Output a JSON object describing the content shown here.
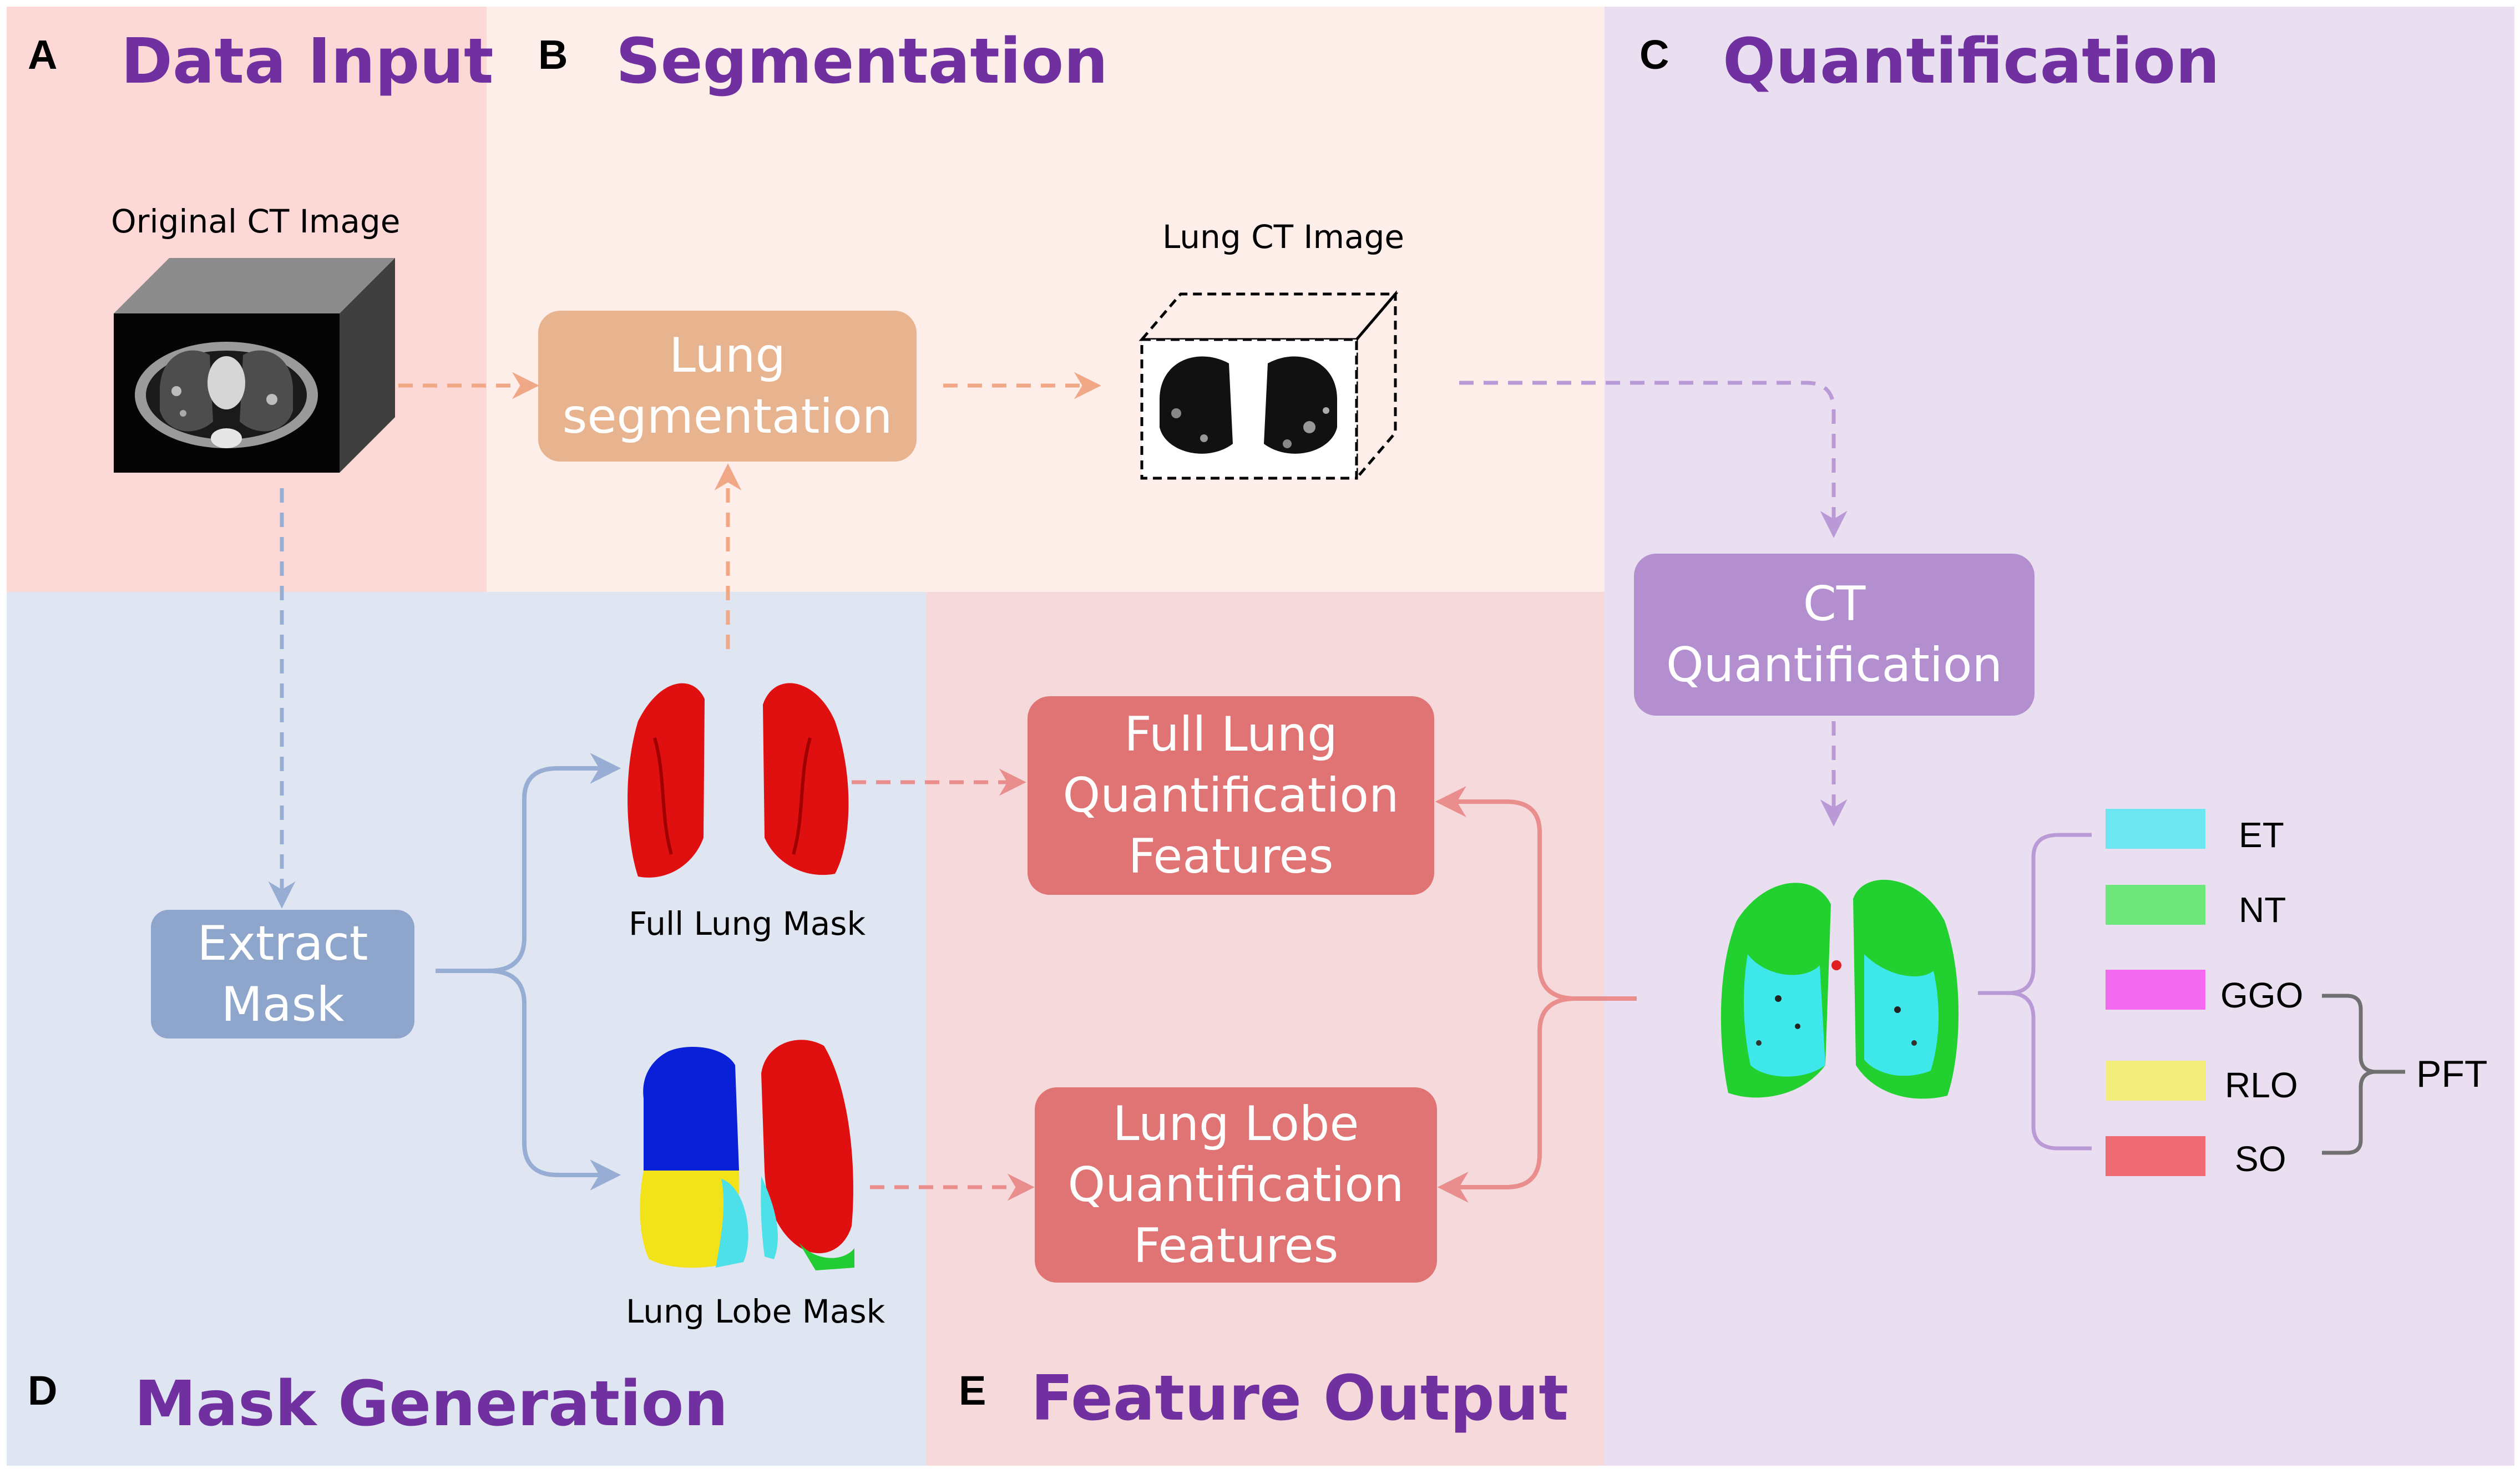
{
  "panels": {
    "a": {
      "letter": "A",
      "title": "Data Input"
    },
    "b": {
      "letter": "B",
      "title": "Segmentation"
    },
    "c": {
      "letter": "C",
      "title": "Quantification"
    },
    "d": {
      "letter": "D",
      "title": "Mask Generation"
    },
    "e": {
      "letter": "E",
      "title": "Feature Output"
    }
  },
  "nodes": {
    "original_ct": "Original CT Image",
    "lung_segmentation": "Lung\nsegmentation",
    "lung_ct": "Lung CT Image",
    "ct_quantification": "CT\nQuantification",
    "extract_mask": "Extract\nMask",
    "full_lung_mask": "Full Lung Mask",
    "lung_lobe_mask": "Lung Lobe Mask",
    "full_lung_features": "Full Lung\nQuantification\nFeatures",
    "lobe_features": "Lung Lobe\nQuantification\nFeatures"
  },
  "legend": [
    {
      "label": "ET",
      "color": "#6ce6f0"
    },
    {
      "label": "NT",
      "color": "#6ee87a"
    },
    {
      "label": "GGO",
      "color": "#f36af0"
    },
    {
      "label": "RLO",
      "color": "#f3ee7c"
    },
    {
      "label": "SO",
      "color": "#ef6a72"
    }
  ],
  "pft_label": "PFT",
  "colors": {
    "panel_a_bg": "#fcd9d7",
    "panel_b_bg": "#fdeeea",
    "panel_c_bg": "#eadff0",
    "panel_d_bg": "#dfe6f1",
    "panel_e_bg": "#f6d9da",
    "title_purple": "#7030a0",
    "seg_box": "#e8b48f",
    "quant_box": "#b38fcf",
    "mask_box": "#8fa6cc",
    "feature_box": "#e07474",
    "arrow_orange": "#f0a887",
    "arrow_purple": "#b99ad6",
    "arrow_blue": "#98add3",
    "arrow_red": "#e98d8d"
  }
}
